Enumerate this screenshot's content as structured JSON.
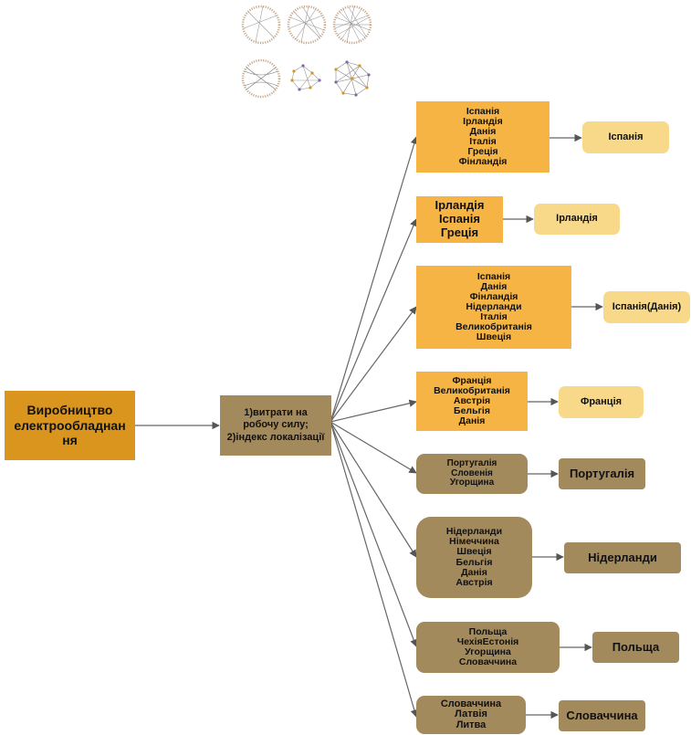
{
  "root": {
    "lines": [
      "Виробництво",
      "електрообладнан",
      "ня"
    ]
  },
  "criteria": {
    "lines": [
      "1)витрати на",
      "робочу силу;",
      "2)індекс локалізації"
    ]
  },
  "groups": [
    {
      "members": [
        "Іспанія",
        "Ірландія",
        "Данія",
        "Італія",
        "Греція",
        "Фінландія"
      ],
      "result": "Іспанія",
      "style": "orange"
    },
    {
      "members": [
        "Ірландія",
        "Іспанія",
        "Греція"
      ],
      "result": "Ірландія",
      "style": "orange"
    },
    {
      "members": [
        "Іспанія",
        "Данія",
        "Фінландія",
        "Нідерланди",
        "Італія",
        "Великобританія",
        "Швеція"
      ],
      "result": "Іспанія(Данія)",
      "style": "orange"
    },
    {
      "members": [
        "Франція",
        "Великобританія",
        "Австрія",
        "Бельгія",
        "Данія"
      ],
      "result": "Франція",
      "style": "orange"
    },
    {
      "members": [
        "Португалія",
        "Словенія",
        "Угорщина"
      ],
      "result": "Португалія",
      "style": "brown"
    },
    {
      "members": [
        "Нідерланди",
        "Німеччина",
        "Швеція",
        "Бельгія",
        "Данія",
        "Австрія"
      ],
      "result": "Нідерланди",
      "style": "brown"
    },
    {
      "members": [
        "Польща",
        "ЧехіяЕстонія",
        "Угорщина",
        "Словаччина"
      ],
      "result": "Польща",
      "style": "brown"
    },
    {
      "members": [
        "Словаччина",
        "Латвія",
        "Литва"
      ],
      "result": "Словаччина",
      "style": "brown"
    }
  ],
  "network_thumbnails": [
    "circle-network-sparse",
    "circle-network-medium",
    "circle-network-dense",
    "circle-network-bundled",
    "force-network-small",
    "force-network-large"
  ]
}
